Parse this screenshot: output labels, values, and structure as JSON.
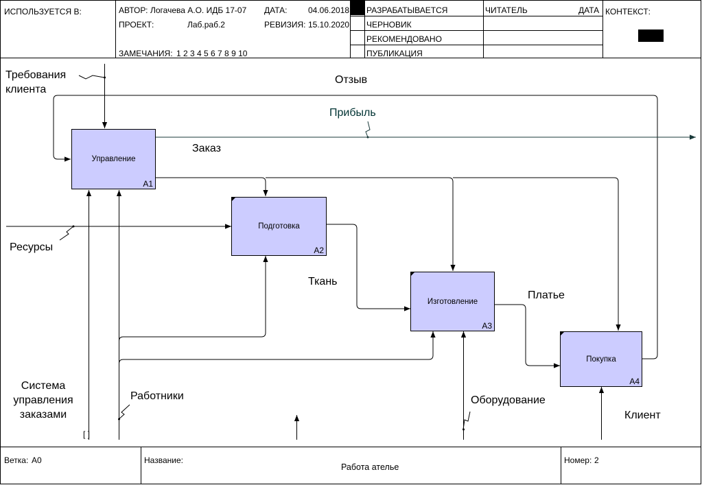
{
  "header": {
    "used_in": "ИСПОЛЬЗУЕТСЯ В:",
    "author_label": "АВТОР:",
    "author": "Логачева А.О. ИДБ 17-07",
    "project_label": "ПРОЕКТ:",
    "project": "Лаб.раб.2",
    "notes_label": "ЗАМЕЧАНИЯ:",
    "notes": "1 2 3 4 5 6 7 8 9 10",
    "date_label": "ДАТА:",
    "date": "04.06.2018",
    "revision_label": "РЕВИЗИЯ:",
    "revision": "15.10.2020",
    "status": [
      "РАЗРАБАТЫВАЕТСЯ",
      "ЧЕРНОВИК",
      "РЕКОМЕНДОВАНО",
      "ПУБЛИКАЦИЯ"
    ],
    "reader_label": "ЧИТАТЕЛЬ",
    "reader_date_label": "ДАТА",
    "context_label": "КОНТЕКСТ:"
  },
  "boxes": [
    {
      "name": "Управление",
      "num": "A1"
    },
    {
      "name": "Подготовка",
      "num": "A2"
    },
    {
      "name": "Изготовление",
      "num": "A3"
    },
    {
      "name": "Покупка",
      "num": "A4"
    }
  ],
  "arrows": {
    "requirements": "Требования клиента",
    "feedback": "Отзыв",
    "profit": "Прибыль",
    "order": "Заказ",
    "resources": "Ресурсы",
    "fabric": "Ткань",
    "dress": "Платье",
    "oms": "Система управления заказами",
    "workers": "Работники",
    "equipment": "Оборудование",
    "client": "Клиент",
    "tunnel": "[ ]"
  },
  "footer": {
    "node_label": "Ветка:",
    "node": "A0",
    "title_label": "Название:",
    "title": "Работа ателье",
    "number_label": "Номер:",
    "number": "2"
  },
  "colors": {
    "box_fill": "#ccccff",
    "profit_text": "#003333",
    "profit_line": "#1a3a3a"
  }
}
